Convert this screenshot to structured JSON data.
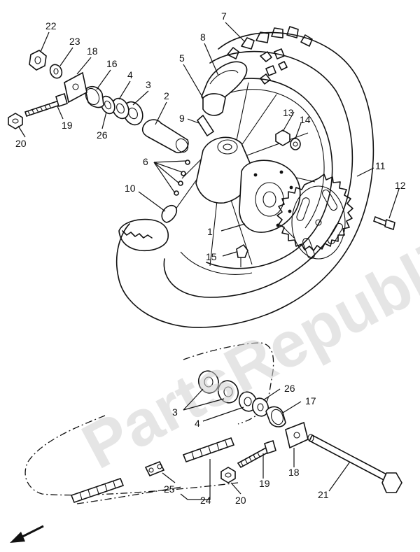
{
  "watermark": "PartsRepublik",
  "callouts": {
    "c1": "1",
    "c2": "2",
    "c3a": "3",
    "c3b": "3",
    "c4a": "4",
    "c4b": "4",
    "c5": "5",
    "c6": "6",
    "c7": "7",
    "c8": "8",
    "c9": "9",
    "c10": "10",
    "c11": "11",
    "c12": "12",
    "c13": "13",
    "c14": "14",
    "c15": "15",
    "c16": "16",
    "c17": "17",
    "c18a": "18",
    "c18b": "18",
    "c19a": "19",
    "c19b": "19",
    "c20a": "20",
    "c20b": "20",
    "c21": "21",
    "c22": "22",
    "c23": "23",
    "c24": "24",
    "c25": "25",
    "c26a": "26",
    "c26b": "26"
  },
  "icons": {
    "direction_arrow": "arrow-down-left-icon"
  }
}
